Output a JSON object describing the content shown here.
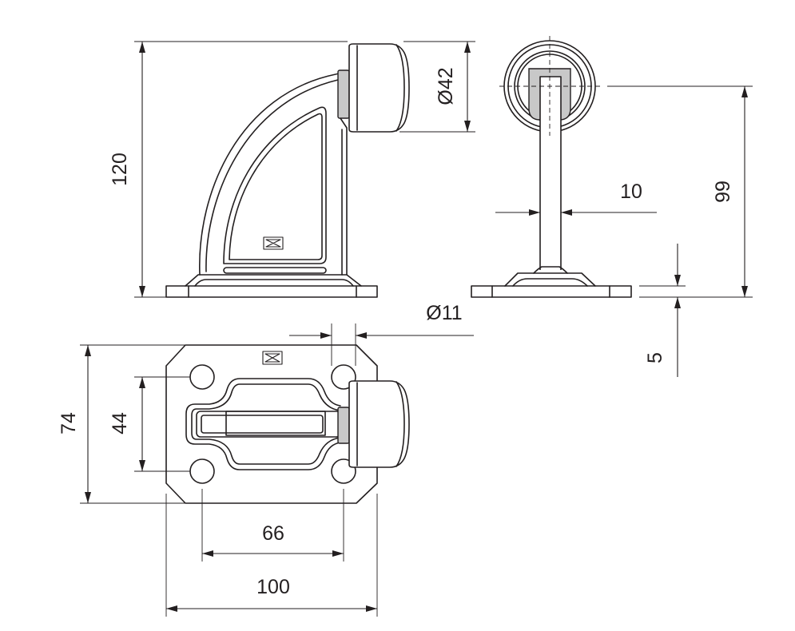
{
  "side_view": {
    "overall_height": "120",
    "bumper_diameter": "Ø42"
  },
  "front_view": {
    "bumper_center_height": "99",
    "stem_width": "10",
    "base_thickness": "5"
  },
  "top_view": {
    "hole_diameter": "Ø11",
    "plate_depth": "74",
    "hole_pitch_y": "44",
    "hole_pitch_x": "66",
    "plate_width": "100"
  },
  "colors": {
    "line": "#231f20",
    "rubber": "#c8c8c8",
    "background": "#ffffff"
  }
}
